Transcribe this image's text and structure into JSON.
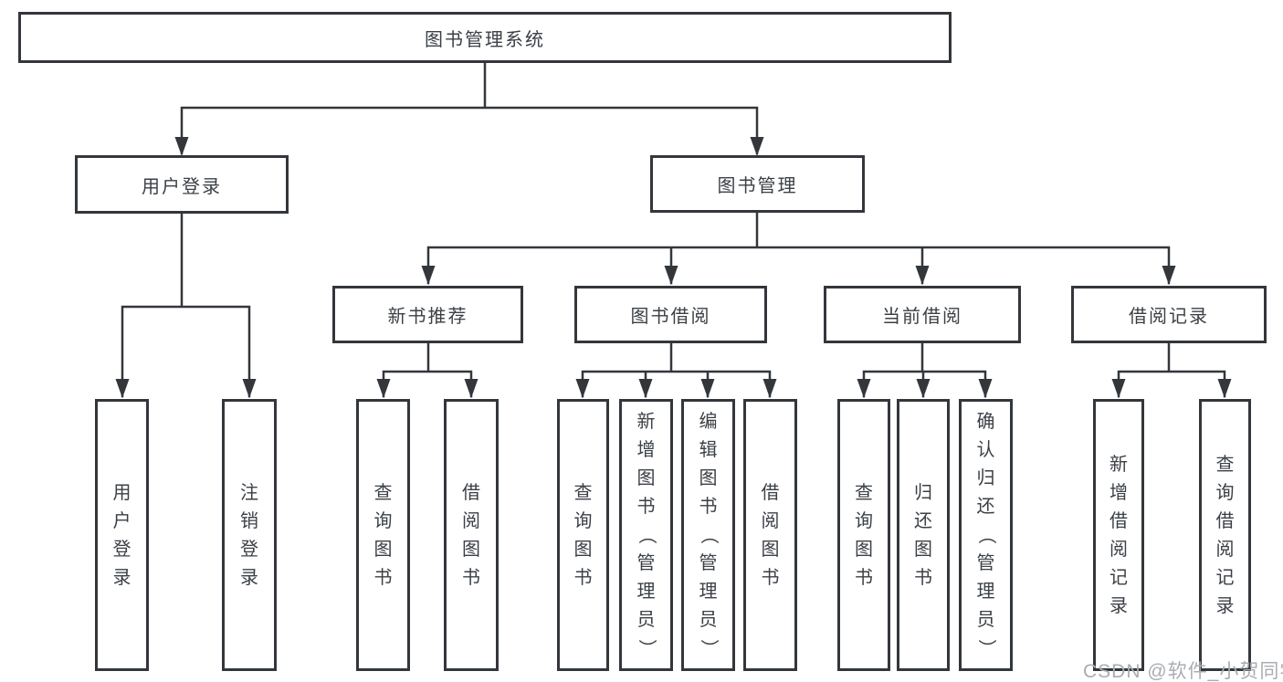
{
  "tree": {
    "root": {
      "label": "图书管理系统",
      "children": [
        {
          "label": "用户登录",
          "children": [
            {
              "label": "用户登录"
            },
            {
              "label": "注销登录"
            }
          ]
        },
        {
          "label": "图书管理",
          "children": [
            {
              "label": "新书推荐",
              "children": [
                {
                  "label": "查询图书"
                },
                {
                  "label": "借阅图书"
                }
              ]
            },
            {
              "label": "图书借阅",
              "children": [
                {
                  "label": "查询图书"
                },
                {
                  "label": "新增图书（管理员）"
                },
                {
                  "label": "编辑图书（管理员）"
                },
                {
                  "label": "借阅图书"
                }
              ]
            },
            {
              "label": "当前借阅",
              "children": [
                {
                  "label": "查询图书"
                },
                {
                  "label": "归还图书"
                },
                {
                  "label": "确认归还（管理员）"
                }
              ]
            },
            {
              "label": "借阅记录",
              "children": [
                {
                  "label": "新增借阅记录"
                },
                {
                  "label": "查询借阅记录"
                }
              ]
            }
          ]
        }
      ]
    }
  },
  "watermark": {
    "text": "CSDN @软件_小贺同学"
  },
  "colors": {
    "line": "#33373b",
    "text": "#3b4046",
    "box_background": "#ffffff",
    "watermark": "#a9adb2",
    "background": "#ffffff"
  }
}
